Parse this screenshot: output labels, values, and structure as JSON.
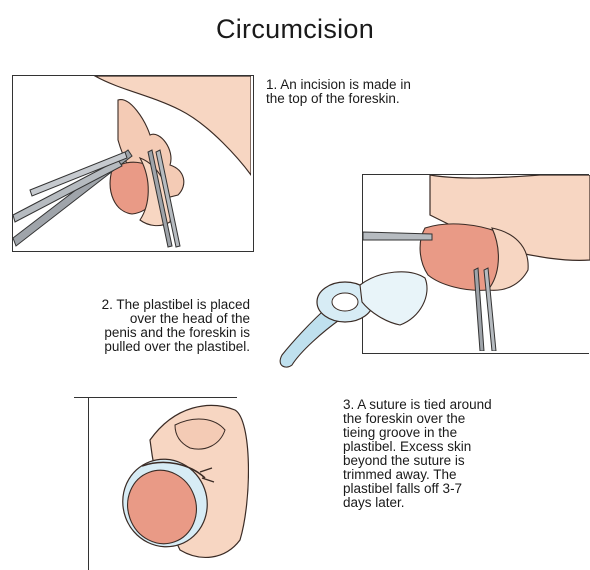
{
  "title": "Circumcision",
  "steps": [
    {
      "lines": [
        "1. An incision is made in",
        "the top of the foreskin."
      ]
    },
    {
      "lines": [
        "2. The plastibel is placed",
        "over the head of the",
        "penis and the foreskin is",
        "pulled over the plastibel."
      ]
    },
    {
      "lines": [
        "3. A suture is tied around",
        "the foreskin over the",
        "tieing groove in the",
        "plastibel.  Excess skin",
        "beyond the suture is",
        "trimmed away. The",
        "plastibel falls off 3-7",
        "days later."
      ]
    }
  ],
  "colors": {
    "skin": "#f7d6c2",
    "skin_shade": "#e8b39c",
    "glans": "#e99a86",
    "instrument": "#9fa4aa",
    "plastibel": "#bfe0ee",
    "outline": "#3a2b25"
  }
}
